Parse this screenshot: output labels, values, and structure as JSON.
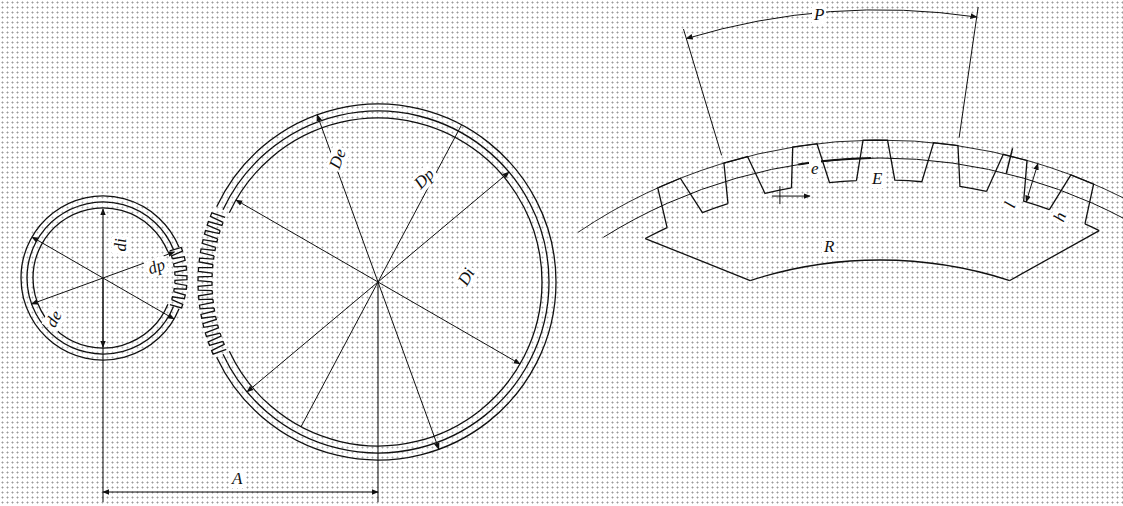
{
  "diagram": {
    "labels": [
      "di",
      "de",
      "dp",
      "De",
      "Dp",
      "Di",
      "A",
      "P",
      "e",
      "E",
      "R",
      "l",
      "h"
    ]
  }
}
